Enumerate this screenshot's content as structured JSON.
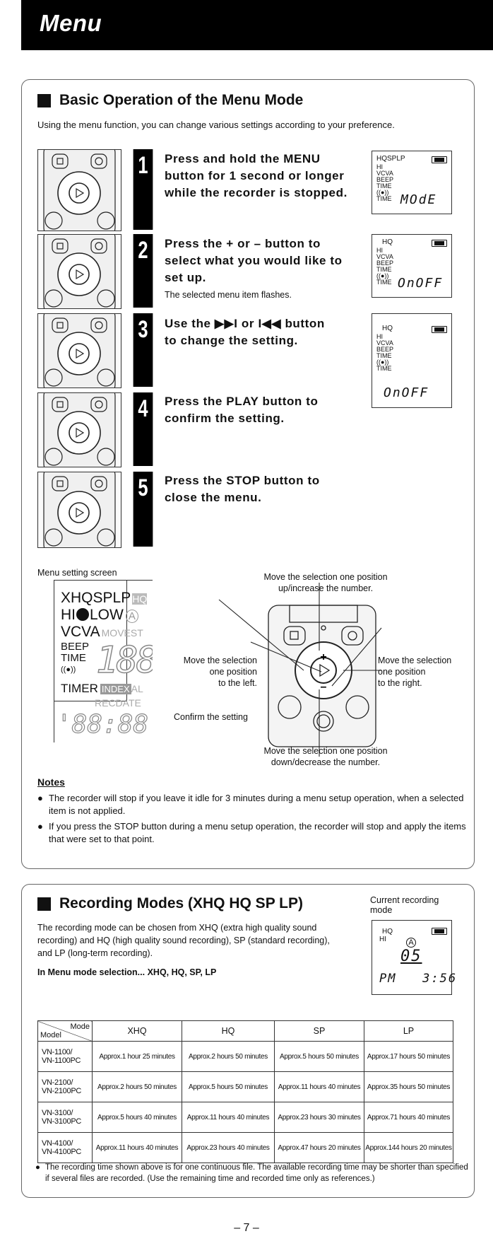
{
  "header": {
    "title": "Menu"
  },
  "basic": {
    "title": "Basic Operation of the Menu Mode",
    "intro": "Using the menu function, you can change various settings according to your preference.",
    "steps": [
      {
        "num": "1",
        "lines": [
          "Press and hold the MENU",
          "button for 1 second or longer",
          "while the recorder is stopped."
        ],
        "sub": ""
      },
      {
        "num": "2",
        "lines": [
          "Press the + or – button to",
          "select what you would like to",
          "set up."
        ],
        "sub": "The selected menu item flashes."
      },
      {
        "num": "3",
        "lines": [
          "Use the ▶▶I or I◀◀ button",
          "to change the setting."
        ],
        "sub": ""
      },
      {
        "num": "4",
        "lines": [
          "Press the PLAY button to",
          "confirm the setting."
        ],
        "sub": ""
      },
      {
        "num": "5",
        "lines": [
          "Press the STOP button to",
          "close the menu."
        ],
        "sub": ""
      }
    ],
    "lcds": [
      {
        "top": "HQSPLP",
        "rows": [
          "HI",
          "VCVA",
          "BEEP",
          "TIME",
          "((●))",
          "TIME"
        ],
        "seg": "MOdE"
      },
      {
        "top": "HQ",
        "rows": [
          "HI",
          "VCVA",
          "BEEP",
          "TIME",
          "((●))",
          "TIME"
        ],
        "seg": "OnOFF"
      },
      {
        "top": "HQ",
        "rows": [
          "HI",
          "VCVA",
          "BEEP",
          "TIME",
          "((●))",
          "TIME"
        ],
        "seg": "OnOFF"
      }
    ],
    "menu_screen_label": "Menu setting screen",
    "menu_screen": {
      "row1": "XHQSPLP",
      "row1b": "HQ",
      "row2": "HI",
      "row2b": "LOW",
      "row2c": "A",
      "row3": "VCVA",
      "row3b": "MOVEST",
      "row4": "BEEP",
      "row5": "TIME",
      "row6": "((●))",
      "row7": "TIMER",
      "row7b": "INDEX",
      "row7c": "AL",
      "row8": "RECDATE",
      "seg": "188",
      "seg2": "'88:88"
    },
    "callouts": {
      "up": "Move the selection one position\nup/increase the number.",
      "left": "Move the selection\none position\nto the left.",
      "right": "Move the selection\none position\nto the right.",
      "confirm": "Confirm the setting",
      "down": "Move the selection one position\ndown/decrease the number."
    },
    "notes_title": "Notes",
    "notes": [
      "The recorder will stop if you leave it idle for 3 minutes during a menu setup operation, when a selected item is not applied.",
      "If you press the STOP button during a menu setup operation, the recorder will stop and apply the items that were set to that point."
    ]
  },
  "recording": {
    "title": "Recording Modes (XHQ HQ SP LP)",
    "intro": "The recording mode can be chosen from XHQ (extra high quality sound recording) and HQ (high quality sound recording), SP (standard recording), and LP (long-term recording).",
    "menu_line": "In Menu mode selection... XHQ, HQ, SP, LP",
    "current_label": "Current recording\nmode",
    "lcd": {
      "top": "HQ",
      "row": "HI",
      "a": "A",
      "seg": "05",
      "time": "PM   3:56"
    },
    "table": {
      "corner_mode": "Mode",
      "corner_model": "Model",
      "headers": [
        "XHQ",
        "HQ",
        "SP",
        "LP"
      ],
      "rows": [
        {
          "model": "VN-1100/\nVN-1100PC",
          "cells": [
            "Approx.1 hour 25 minutes",
            "Approx.2 hours 50 minutes",
            "Approx.5 hours 50 minutes",
            "Approx.17 hours 50 minutes"
          ]
        },
        {
          "model": "VN-2100/\nVN-2100PC",
          "cells": [
            "Approx.2 hours 50 minutes",
            "Approx.5 hours 50 minutes",
            "Approx.11 hours 40 minutes",
            "Approx.35 hours 50 minutes"
          ]
        },
        {
          "model": "VN-3100/\nVN-3100PC",
          "cells": [
            "Approx.5 hours 40 minutes",
            "Approx.11 hours 40 minutes",
            "Approx.23 hours 30 minutes",
            "Approx.71 hours 40 minutes"
          ]
        },
        {
          "model": "VN-4100/\nVN-4100PC",
          "cells": [
            "Approx.11 hours 40 minutes",
            "Approx.23 hours 40 minutes",
            "Approx.47 hours 20 minutes",
            "Approx.144 hours 20 minutes"
          ]
        }
      ]
    },
    "footnote": "The recording time shown above is for one continuous file. The available recording time may be shorter than specified if several files are recorded. (Use the remaining time and recorded time only as references.)"
  },
  "page_number": "– 7 –"
}
